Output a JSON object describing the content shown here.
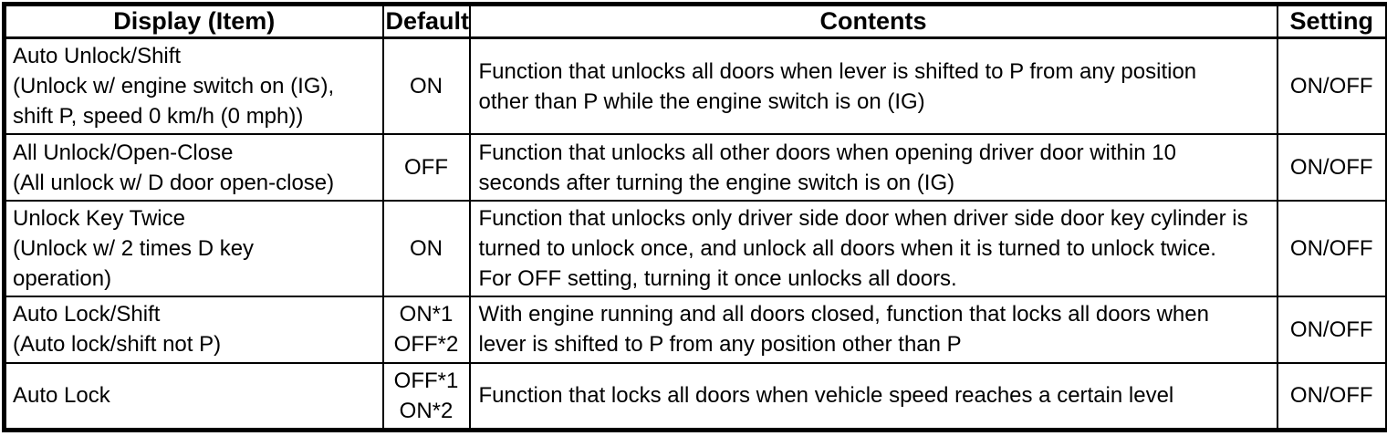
{
  "page": {
    "background_color": "#ffffff",
    "border_color": "#000000",
    "text_color": "#000000"
  },
  "table": {
    "columns": [
      {
        "key": "display",
        "label": "Display (Item)"
      },
      {
        "key": "default",
        "label": "Default"
      },
      {
        "key": "contents",
        "label": "Contents"
      },
      {
        "key": "setting",
        "label": "Setting"
      }
    ],
    "rows": [
      {
        "display": "Auto Unlock/Shift\n(Unlock w/ engine switch on (IG),\nshift P, speed 0 km/h (0 mph))",
        "default": "ON",
        "contents": "Function that unlocks all doors when lever is shifted to P from any position\nother than P while the engine switch is on (IG)",
        "setting": "ON/OFF"
      },
      {
        "display": "All Unlock/Open-Close\n(All unlock w/ D door open-close)",
        "default": "OFF",
        "contents": "Function that unlocks all other doors when opening driver door within 10\nseconds after turning the engine switch is on (IG)",
        "setting": "ON/OFF"
      },
      {
        "display": "Unlock Key Twice\n(Unlock w/ 2 times D key\noperation)",
        "default": "ON",
        "contents": "Function that unlocks only driver side door when driver side door key cylinder is\nturned to unlock once, and unlock all doors when it is turned to unlock twice.\nFor OFF setting, turning it once unlocks all doors.",
        "setting": "ON/OFF"
      },
      {
        "display": "Auto Lock/Shift\n(Auto lock/shift not P)",
        "default": "ON*1\nOFF*2",
        "contents": "With engine running and all doors closed, function that locks all doors when\nlever is shifted to P from any position other than P",
        "setting": "ON/OFF"
      },
      {
        "display": "Auto Lock",
        "default": "OFF*1\nON*2",
        "contents": "Function that locks all doors when vehicle speed reaches a certain level",
        "setting": "ON/OFF"
      }
    ]
  }
}
